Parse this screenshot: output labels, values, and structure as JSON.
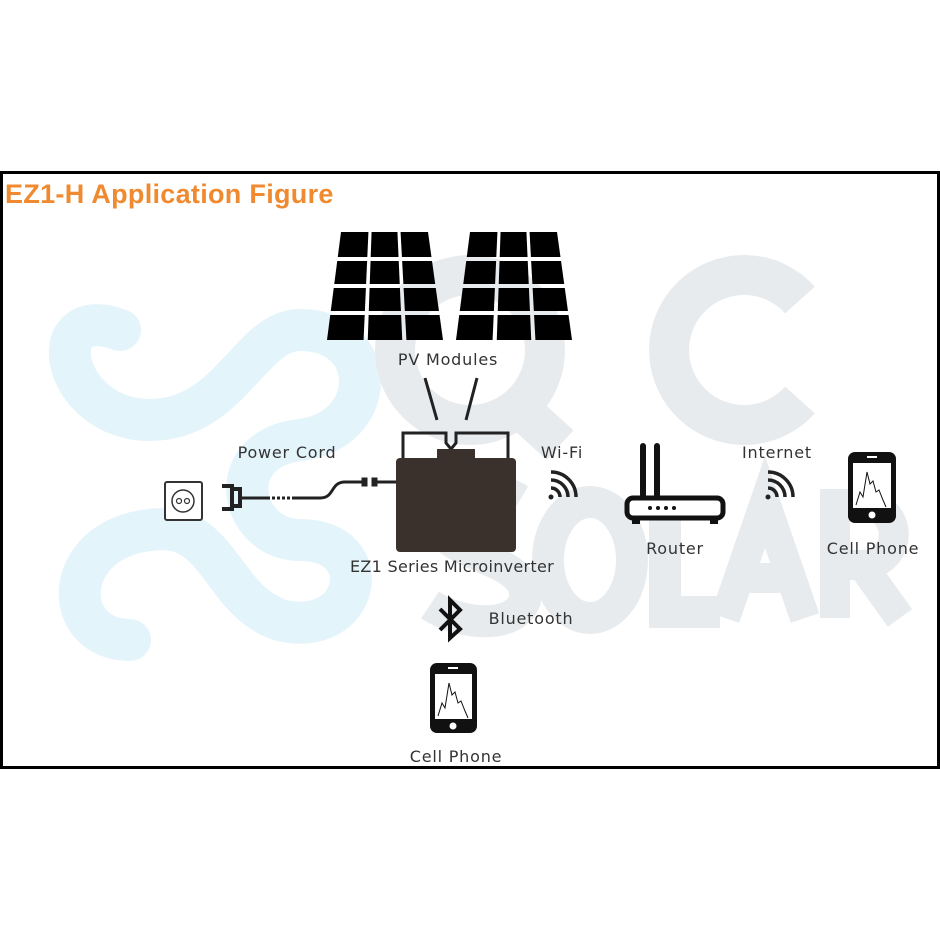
{
  "title": "EZ1-H Application Figure",
  "watermark": {
    "text1": "QC",
    "text2": "SOLAR"
  },
  "labels": {
    "pv_modules": "PV Modules",
    "power_cord": "Power Cord",
    "wifi": "Wi-Fi",
    "internet": "Internet",
    "router": "Router",
    "cell_phone_right": "Cell Phone",
    "microinverter": "EZ1 Series Microinverter",
    "bluetooth": "Bluetooth",
    "cell_phone_bottom": "Cell Phone"
  },
  "colors": {
    "title": "#f08a30",
    "inverter": "#3a302c",
    "watermark_blue": "#e3f4fb",
    "watermark_gray": "#e6eaee"
  }
}
